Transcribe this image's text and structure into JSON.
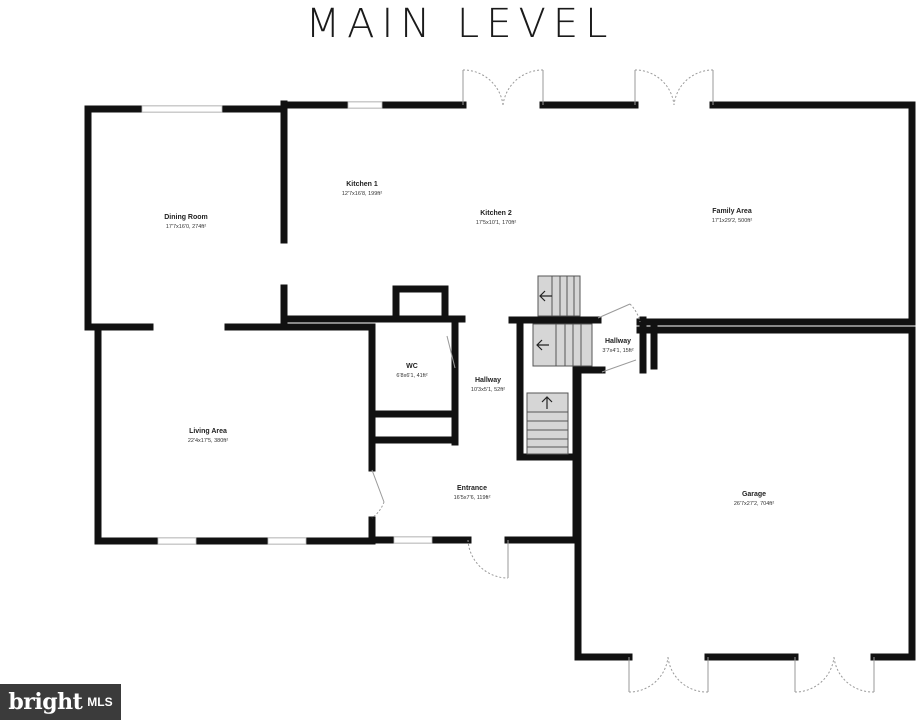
{
  "title": "MAIN LEVEL",
  "rooms": [
    {
      "key": "dining_room",
      "name": "Dining Room",
      "dims": "17'7x16'0, 274ft²"
    },
    {
      "key": "kitchen1",
      "name": "Kitchen 1",
      "dims": "12'7x16'8, 199ft²"
    },
    {
      "key": "kitchen2",
      "name": "Kitchen 2",
      "dims": "17'5x10'1, 170ft²"
    },
    {
      "key": "family_area",
      "name": "Family Area",
      "dims": "17'1x29'2, 500ft²"
    },
    {
      "key": "wc",
      "name": "WC",
      "dims": "6'8x6'1, 41ft²"
    },
    {
      "key": "hallway_main",
      "name": "Hallway",
      "dims": "10'3x5'1, 52ft²"
    },
    {
      "key": "hallway_small",
      "name": "Hallway",
      "dims": "3'7x4'1, 15ft²"
    },
    {
      "key": "living_area",
      "name": "Living Area",
      "dims": "22'4x17'5, 380ft²"
    },
    {
      "key": "entrance",
      "name": "Entrance",
      "dims": "16'5x7'6, 119ft²"
    },
    {
      "key": "garage",
      "name": "Garage",
      "dims": "26'7x27'2, 704ft²"
    }
  ],
  "watermark": {
    "brand": "bright",
    "suffix": "MLS"
  }
}
